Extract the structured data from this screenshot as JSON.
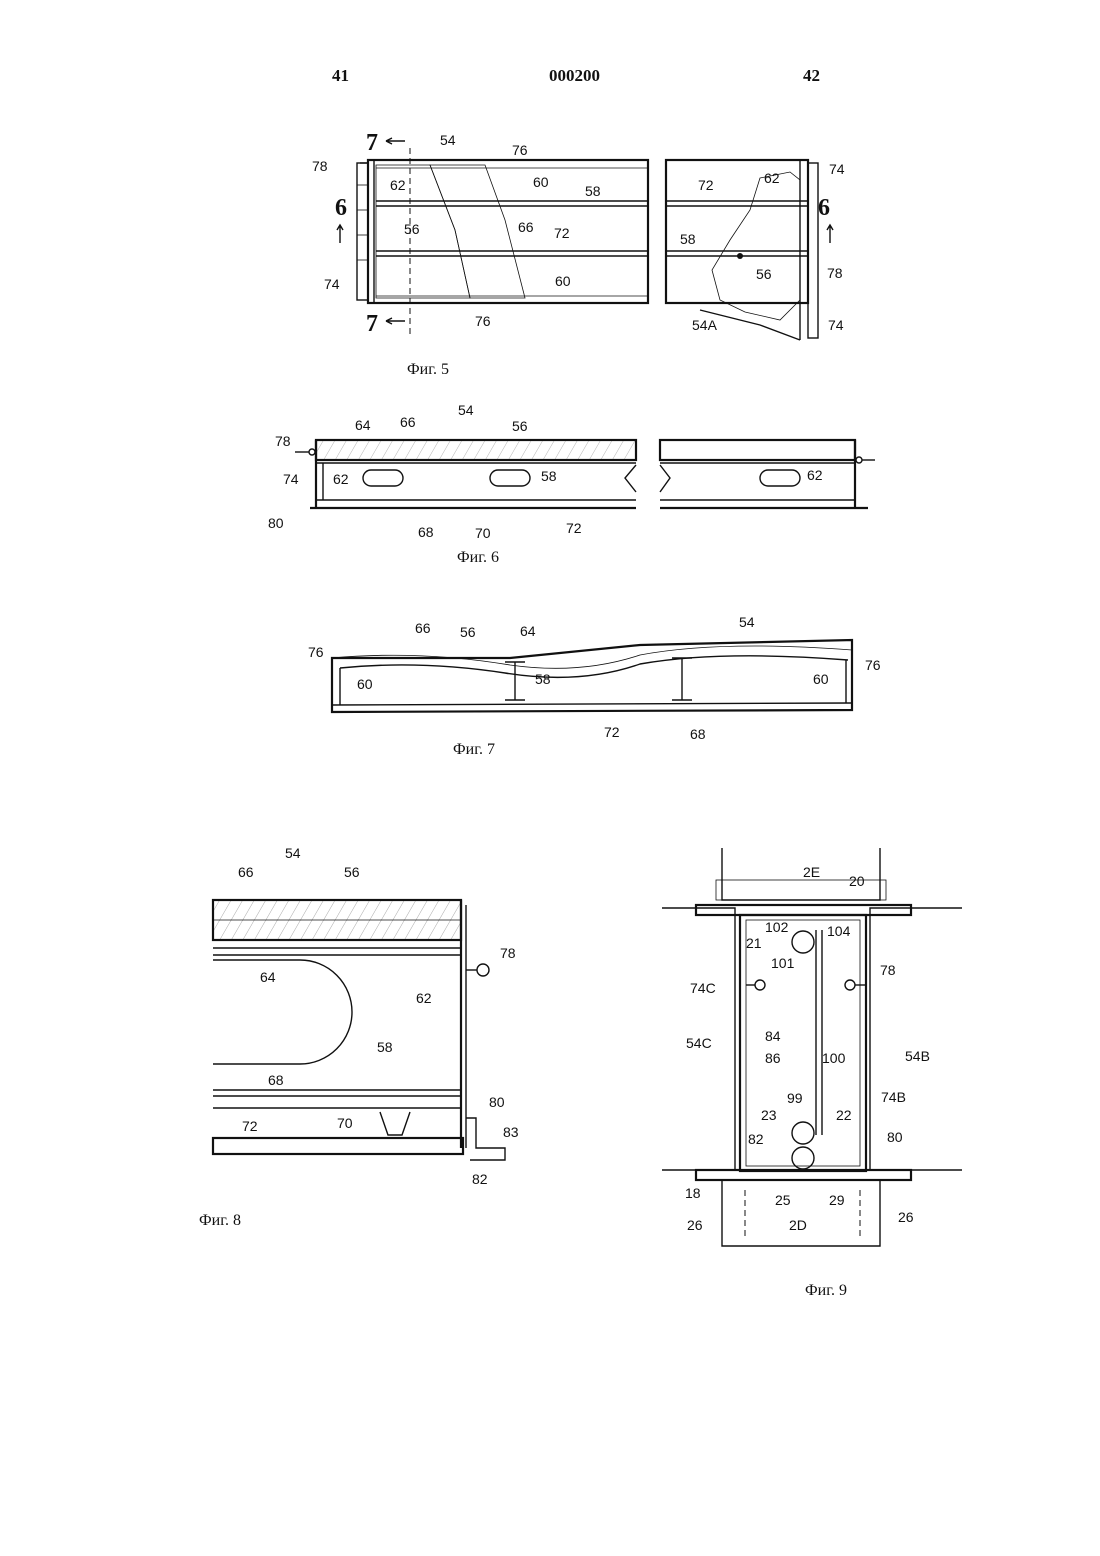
{
  "header": {
    "left_page": "41",
    "doc_number": "000200",
    "right_page": "42"
  },
  "captions": {
    "fig5": "Фиг. 5",
    "fig6": "Фиг. 6",
    "fig7": "Фиг. 7",
    "fig8": "Фиг. 8",
    "fig9": "Фиг. 9"
  },
  "fig5": {
    "section_7": "7",
    "section_6": "6",
    "labels": [
      "54",
      "76",
      "78",
      "62",
      "60",
      "58",
      "56",
      "66",
      "72",
      "74",
      "60",
      "76",
      "72",
      "62",
      "74",
      "58",
      "56",
      "78",
      "54A",
      "74"
    ]
  },
  "fig6": {
    "labels": [
      "54",
      "64",
      "66",
      "56",
      "78",
      "74",
      "62",
      "58",
      "80",
      "68",
      "70",
      "72",
      "62"
    ]
  },
  "fig7": {
    "labels": [
      "54",
      "66",
      "56",
      "64",
      "76",
      "60",
      "58",
      "60",
      "76",
      "72",
      "68"
    ]
  },
  "fig8": {
    "labels": [
      "54",
      "66",
      "56",
      "78",
      "64",
      "62",
      "58",
      "68",
      "80",
      "70",
      "72",
      "83",
      "82"
    ]
  },
  "fig9": {
    "labels": [
      "2E",
      "20",
      "102",
      "104",
      "21",
      "101",
      "74C",
      "78",
      "54C",
      "84",
      "86",
      "100",
      "54B",
      "74B",
      "99",
      "23",
      "22",
      "80",
      "82",
      "18",
      "25",
      "29",
      "26",
      "2D",
      "26"
    ]
  }
}
